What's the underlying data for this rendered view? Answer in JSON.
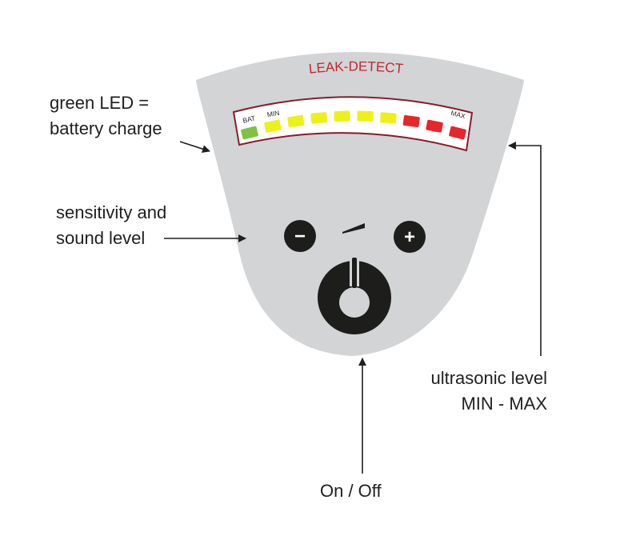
{
  "device": {
    "title": "LEAK-DETECT",
    "led_labels": {
      "bat": "BAT",
      "min": "MIN",
      "max": "MAX"
    },
    "leds": [
      {
        "role": "battery",
        "color": "#7dc242"
      },
      {
        "role": "level",
        "color": "#eef01a"
      },
      {
        "role": "level",
        "color": "#eef01a"
      },
      {
        "role": "level",
        "color": "#eef01a"
      },
      {
        "role": "level",
        "color": "#eef01a"
      },
      {
        "role": "level",
        "color": "#eef01a"
      },
      {
        "role": "level",
        "color": "#eef01a"
      },
      {
        "role": "level",
        "color": "#e6262b"
      },
      {
        "role": "level",
        "color": "#e6262b"
      },
      {
        "role": "level",
        "color": "#e6262b"
      }
    ],
    "minus_symbol": "−",
    "plus_symbol": "+",
    "power_icon": "power-icon",
    "colors": {
      "panel": "#d2d4d6",
      "title": "#c0272d",
      "led_frame": "#8b1a2b",
      "button": "#1d1d1b"
    }
  },
  "annotations": {
    "battery_line1": "green LED =",
    "battery_line2": "battery charge",
    "sensitivity_line1": "sensitivity and",
    "sensitivity_line2": "sound level",
    "ultrasonic_line1": "ultrasonic level",
    "ultrasonic_line2": "MIN - MAX",
    "power": "On / Off"
  }
}
